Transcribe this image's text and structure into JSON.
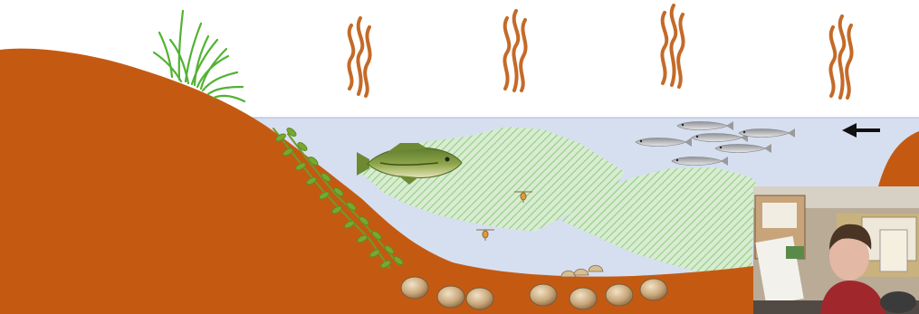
{
  "scene": {
    "colors": {
      "sediment": "#c45a12",
      "water": "#d6dff0",
      "sky": "#ffffff",
      "heat": "#c46a28",
      "plankton_bloom": "#a7d49a",
      "grass": "#5ab33a",
      "arrow": "#111111"
    },
    "elements": [
      {
        "name": "heat-wave-icon",
        "count": 4
      },
      {
        "name": "shoreline-grass-icon",
        "count": 1
      },
      {
        "name": "submerged-vegetation-icon",
        "count": 1
      },
      {
        "name": "largemouth-bass-icon",
        "count": 1
      },
      {
        "name": "baitfish-school-icon",
        "count": 6
      },
      {
        "name": "plankton-bloom-icon",
        "count": 2
      },
      {
        "name": "zooplankton-icon",
        "count": 2
      },
      {
        "name": "mussel-icon",
        "count": 10
      },
      {
        "name": "left-arrow-icon",
        "count": 1
      }
    ]
  },
  "webcam": {
    "icon": "presenter-webcam-overlay"
  }
}
